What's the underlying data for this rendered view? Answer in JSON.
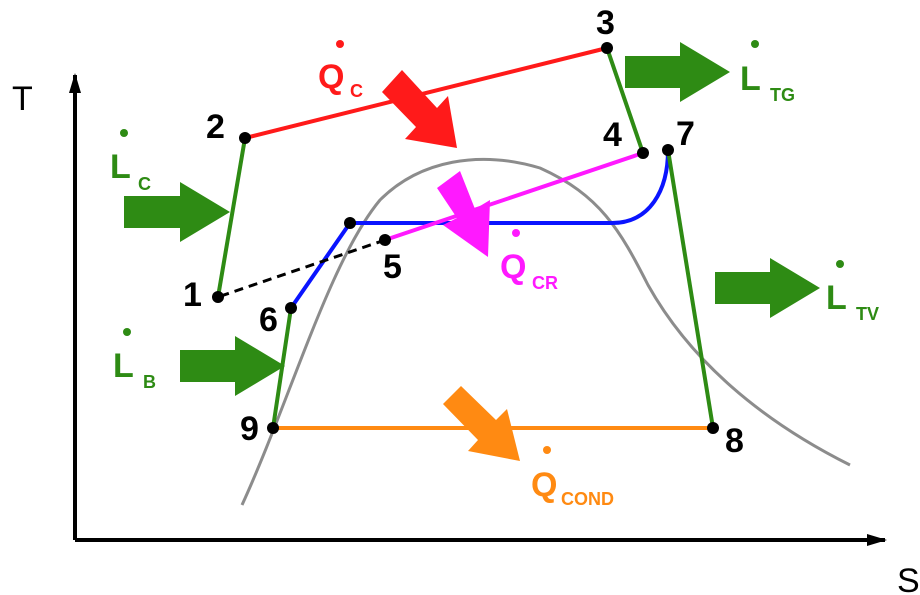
{
  "axes": {
    "y_label": "T",
    "x_label": "S"
  },
  "points": [
    "1",
    "2",
    "3",
    "4",
    "5",
    "6",
    "7",
    "8",
    "9"
  ],
  "labels": {
    "qc": {
      "main": "Q",
      "sub": "C"
    },
    "qcr": {
      "main": "Q",
      "sub": "CR"
    },
    "qcond": {
      "main": "Q",
      "sub": "COND"
    },
    "lc": {
      "main": "L",
      "sub": "C"
    },
    "lb": {
      "main": "L",
      "sub": "B"
    },
    "ltg": {
      "main": "L",
      "sub": "TG"
    },
    "ltv": {
      "main": "L",
      "sub": "TV"
    }
  },
  "colors": {
    "red": "#ff1a1a",
    "green": "#2e8b14",
    "magenta": "#ff19ff",
    "blue": "#0a14ff",
    "orange": "#ff8a12",
    "gray": "#8c8c8c",
    "black": "#000000"
  }
}
